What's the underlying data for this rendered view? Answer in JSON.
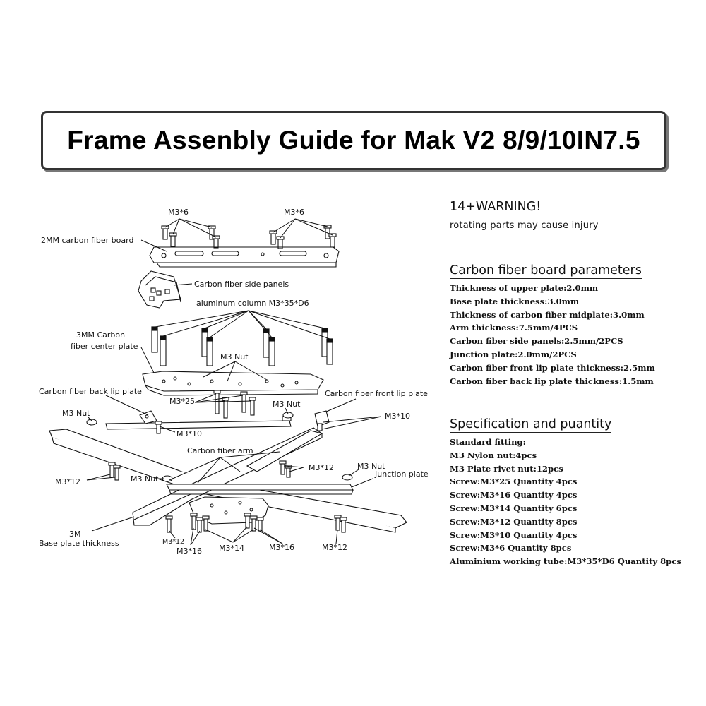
{
  "title": "Frame Assenbly Guide for Mak V2 8/9/10IN7.5",
  "warning": {
    "heading": "14+WARNING!",
    "text": "rotating parts may cause injury"
  },
  "board_params": {
    "heading": "Carbon fiber board parameters",
    "items": [
      "Thickness of upper plate:2.0mm",
      "Base plate thickness:3.0mm",
      "Thickness of carbon fiber midplate:3.0mm",
      "Arm thickness:7.5mm/4PCS",
      "Carbon fiber side panels:2.5mm/2PCS",
      "Junction plate:2.0mm/2PCS",
      "Carbon fiber front lip plate thickness:2.5mm",
      "Carbon fiber back lip plate thickness:1.5mm"
    ]
  },
  "spec": {
    "heading": "Specification and puantity",
    "items": [
      "Standard fitting:",
      "M3 Nylon nut:4pcs",
      "M3 Plate rivet nut:12pcs",
      "Screw:M3*25 Quantity 4pcs",
      "Screw:M3*16 Quantity 4pcs",
      "Screw:M3*14 Quantity 6pcs",
      "Screw:M3*12 Quantity 8pcs",
      "Screw:M3*10 Quantity 4pcs",
      "Screw:M3*6 Quantity   8pcs",
      "Aluminium working tube:M3*35*D6 Quantity 8pcs"
    ]
  },
  "diagram_labels": {
    "m3x6_left": "M3*6",
    "m3x6_right": "M3*6",
    "top_board": "2MM carbon fiber board",
    "side_panels": "Carbon fiber side panels",
    "alu_column": "aluminum column M3*35*D6",
    "center_plate_1": "3MM Carbon",
    "center_plate_2": "fiber center plate",
    "m3_nut_center": "M3 Nut",
    "back_lip": "Carbon fiber back lip plate",
    "front_lip": "Carbon fiber front lip plate",
    "m3x25": "M3*25",
    "m3_nut_right_top": "M3 Nut",
    "m3_nut_left": "M3 Nut",
    "m3x10_right": "M3*10",
    "m3x10_left": "M3*10",
    "arm": "Carbon fiber arm",
    "m3x12_right_top": "M3*12",
    "m3_nut_right": "M3 Nut",
    "junction_plate": "Junction plate",
    "m3x12_left": "M3*12",
    "m3_nut_mid_left": "M3 Nut",
    "base_1": "3M",
    "base_2": "Base plate thickness",
    "m3x12_bottom_left": "M3*12",
    "m3x16_left": "M3*16",
    "m3x14": "M3*14",
    "m3x16_right": "M3*16",
    "m3x12_bottom_right": "M3*12"
  }
}
